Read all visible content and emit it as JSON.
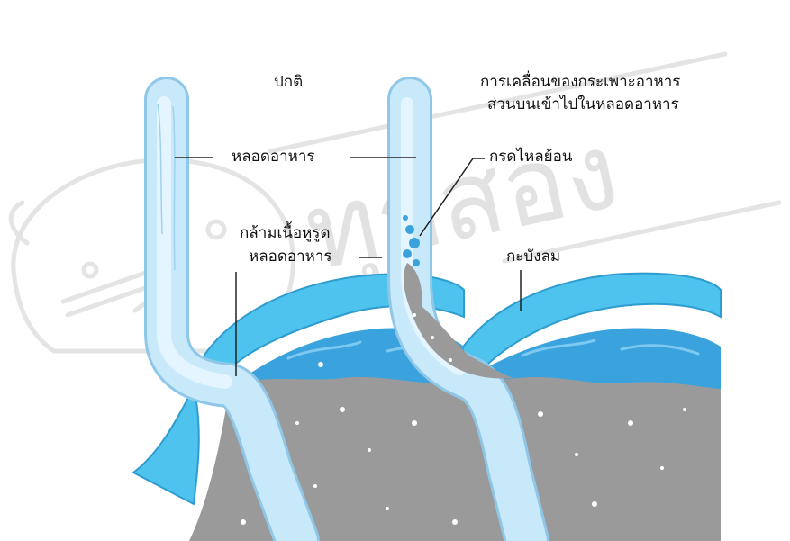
{
  "colors": {
    "tube_fill": "#c8e9fa",
    "tube_outline": "#8fc7e8",
    "diaphragm": "#4dc3ee",
    "stomach_wall": "#9a9a9a",
    "gastric_fluid": "#3aa3dd",
    "watermark": "#e2e2e2"
  },
  "labels": {
    "normal_title": "ปกติ",
    "reflux_title_line1": "การเคลื่อนของกระเพาะอาหาร",
    "reflux_title_line2": "ส่วนบนเข้าไปในหลอดอาหาร",
    "esophagus": "หลอดอาหาร",
    "acid_reflux": "กรดไหลย้อน",
    "sphincter_line1": "กล้ามเนื้อหูรูด",
    "sphincter_line2": "หลอดอาหาร",
    "diaphragm": "กะบังลม"
  },
  "watermark": {
    "text": "ทุกสอง"
  }
}
